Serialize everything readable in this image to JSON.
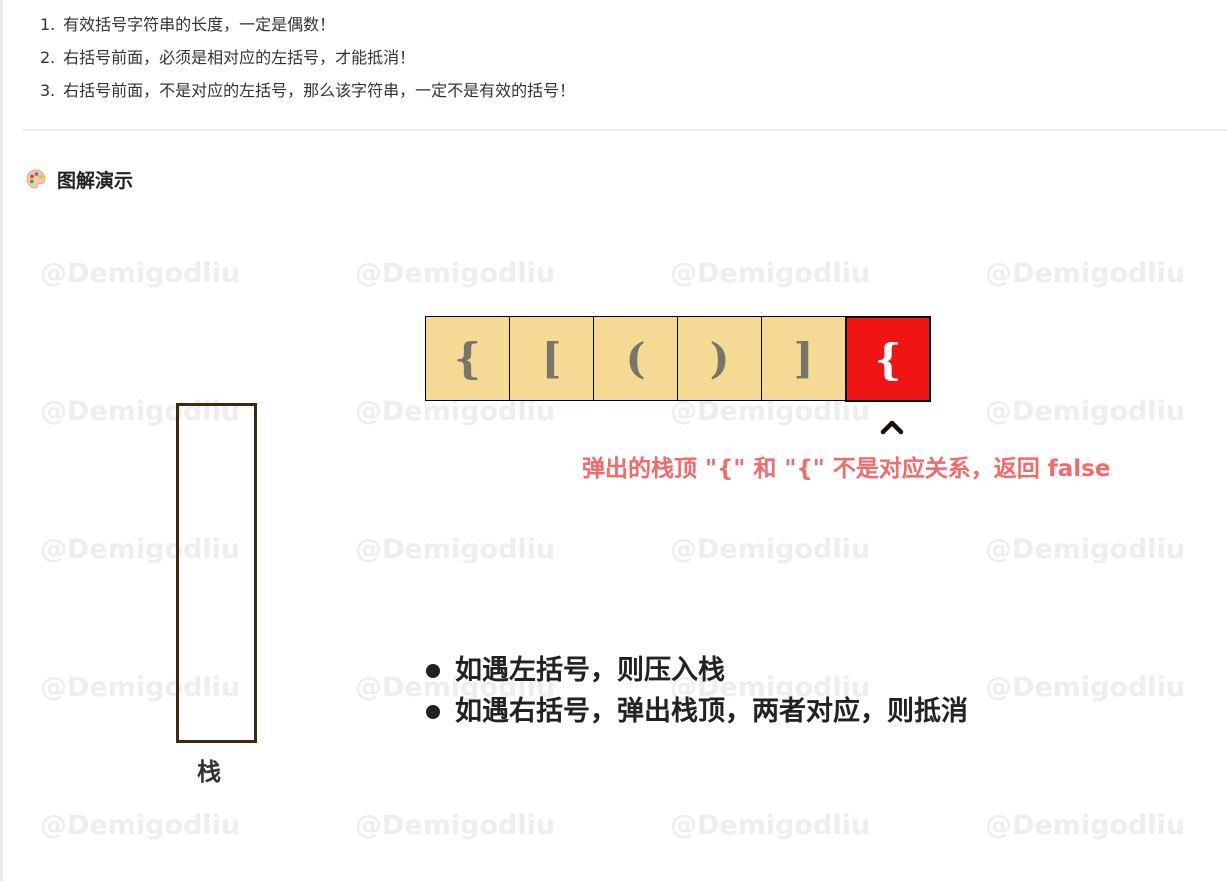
{
  "article": {
    "rules": [
      {
        "num": "1.",
        "text": "有效括号字符串的长度，一定是偶数！"
      },
      {
        "num": "2.",
        "text": "右括号前面，必须是相对应的左括号，才能抵消！"
      },
      {
        "num": "3.",
        "text": "右括号前面，不是对应的左括号，那么该字符串，一定不是有效的括号！"
      }
    ],
    "section_title": "图解演示",
    "section_icon": "palette-icon"
  },
  "diagram": {
    "watermark": "@Demigodliu",
    "chars": [
      {
        "char": "{",
        "state": "normal"
      },
      {
        "char": "[",
        "state": "normal"
      },
      {
        "char": "(",
        "state": "normal"
      },
      {
        "char": ")",
        "state": "normal"
      },
      {
        "char": "]",
        "state": "normal"
      },
      {
        "char": "{",
        "state": "current"
      }
    ],
    "pointer_icon": "caret-up-icon",
    "pop_message": "弹出的栈顶 \"{\" 和 \"{\" 不是对应关系，返回 false",
    "stack_label": "栈",
    "instructions": [
      "如遇左括号，则压入栈",
      "如遇右括号，弹出栈顶，两者对应，则抵消"
    ],
    "colors": {
      "cell_fill": "#f5da96",
      "cell_current_fill": "#f01414",
      "cell_text": "#7a7568",
      "message": "#f46a6a",
      "stack_border": "#3a2c0c"
    }
  }
}
